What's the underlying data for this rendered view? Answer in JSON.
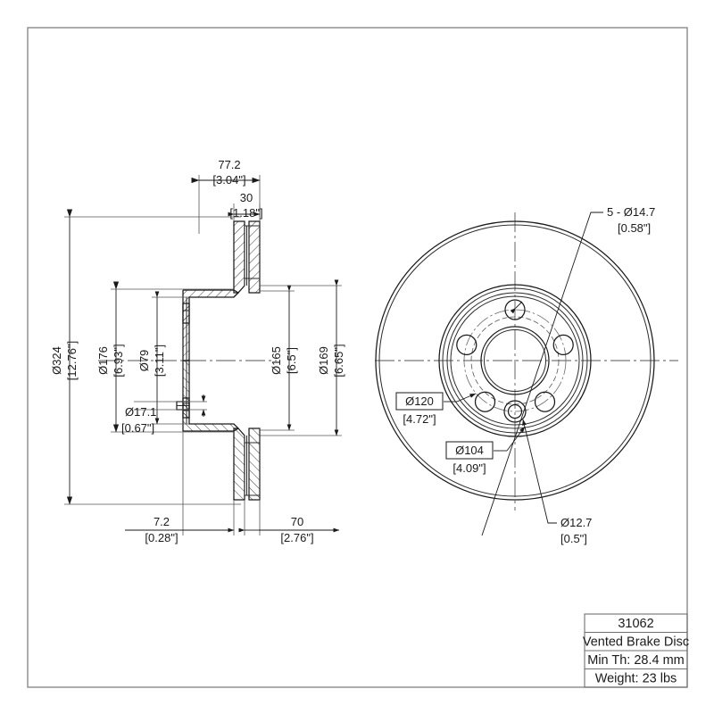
{
  "sheet": {
    "title": "Vented Brake Disc Technical Drawing",
    "background_color": "#ffffff",
    "line_color": "#1a1a1a",
    "frame_color": "#8a8a8a"
  },
  "title_block": {
    "part_number": "31062",
    "description": "Vented Brake Disc",
    "min_thickness": "Min Th: 28.4 mm",
    "weight": "Weight: 23 lbs"
  },
  "section_view": {
    "name": "cross-section-side-view",
    "horizontal_dimensions": [
      {
        "id": "overall-width",
        "mm": "77.2",
        "inch": "[3.04\"]"
      },
      {
        "id": "disc-thickness-zone",
        "mm": "30",
        "inch": "[1.18\"]"
      },
      {
        "id": "hat-face-offset",
        "mm": "7.2",
        "inch": "[0.28\"]"
      },
      {
        "id": "hat-depth",
        "mm": "70",
        "inch": "[2.76\"]"
      }
    ],
    "vertical_dimensions": [
      {
        "id": "outer-diameter",
        "mm": "Ø324",
        "inch": "[12.76\"]"
      },
      {
        "id": "friction-inner-diameter",
        "mm": "Ø176",
        "inch": "[6.93\"]"
      },
      {
        "id": "center-bore",
        "mm": "Ø79",
        "inch": "[3.11\"]"
      },
      {
        "id": "hat-inner-diameter",
        "mm": "Ø165",
        "inch": "[6.5\"]"
      },
      {
        "id": "hat-outer-diameter",
        "mm": "Ø169",
        "inch": "[6.65\"]"
      }
    ],
    "detail_dimensions": [
      {
        "id": "flange-step",
        "mm": "Ø17.1",
        "inch": "[0.67\"]"
      }
    ]
  },
  "face_view": {
    "name": "circular-front-view",
    "callouts": [
      {
        "id": "bolt-holes",
        "mm": "5 - Ø14.7",
        "inch": "[0.58\"]",
        "boxed": false
      },
      {
        "id": "bolt-circle-diameter",
        "mm": "Ø120",
        "inch": "[4.72\"]",
        "boxed": true
      },
      {
        "id": "pilot-circle-diameter",
        "mm": "Ø104",
        "inch": "[4.09\"]",
        "boxed": true
      },
      {
        "id": "pilot-hole",
        "mm": "Ø12.7",
        "inch": "[0.5\"]",
        "boxed": false
      }
    ]
  }
}
